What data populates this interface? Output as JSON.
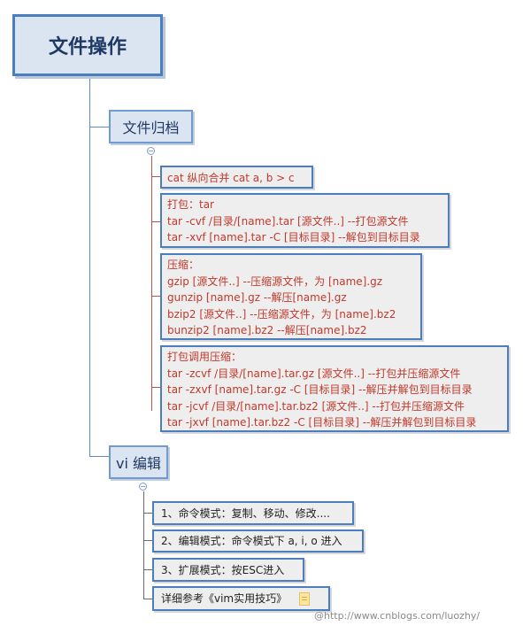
{
  "root": {
    "label": "文件操作"
  },
  "branches": [
    {
      "label": "文件归档",
      "children": [
        {
          "lines": [
            "cat 纵向合并 cat a, b > c"
          ]
        },
        {
          "lines": [
            "打包：tar",
            "tar -cvf /目录/[name].tar [源文件..] --打包源文件",
            "tar -xvf [name].tar -C [目标目录] --解包到目标目录"
          ]
        },
        {
          "lines": [
            "压缩：",
            "gzip [源文件..]  --压缩源文件，为 [name].gz",
            "gunzip [name].gz --解压[name].gz",
            "bzip2 [源文件..] --压缩源文件，为 [name].bz2",
            "bunzip2 [name].bz2 --解压[name].bz2"
          ]
        },
        {
          "lines": [
            "打包调用压缩：",
            "tar -zcvf /目录/[name].tar.gz [源文件..]  --打包并压缩源文件",
            "tar -zxvf [name].tar.gz -C [目标目录] --解压并解包到目标目录",
            "tar -jcvf /目录/[name].tar.bz2 [源文件..] --打包并压缩源文件",
            "tar -jxvf [name].tar.bz2 -C [目标目录] --解压并解包到目标目录"
          ]
        }
      ]
    },
    {
      "label": "vi 编辑",
      "children": [
        {
          "label": "1、命令模式：复制、移动、修改...."
        },
        {
          "label": "2、编辑模式：命令模式下 a, i, o 进入"
        },
        {
          "label": "3、扩展模式：按ESC进入"
        },
        {
          "label": "详细参考《vim实用技巧》",
          "icon": "note-icon"
        }
      ]
    }
  ],
  "watermark": "@http://www.cnblogs.com/luozhy/",
  "colors": {
    "accent": "#4a7ebf",
    "topic_fill": "#dbe5f1",
    "leaf_text": "#c0392b"
  }
}
